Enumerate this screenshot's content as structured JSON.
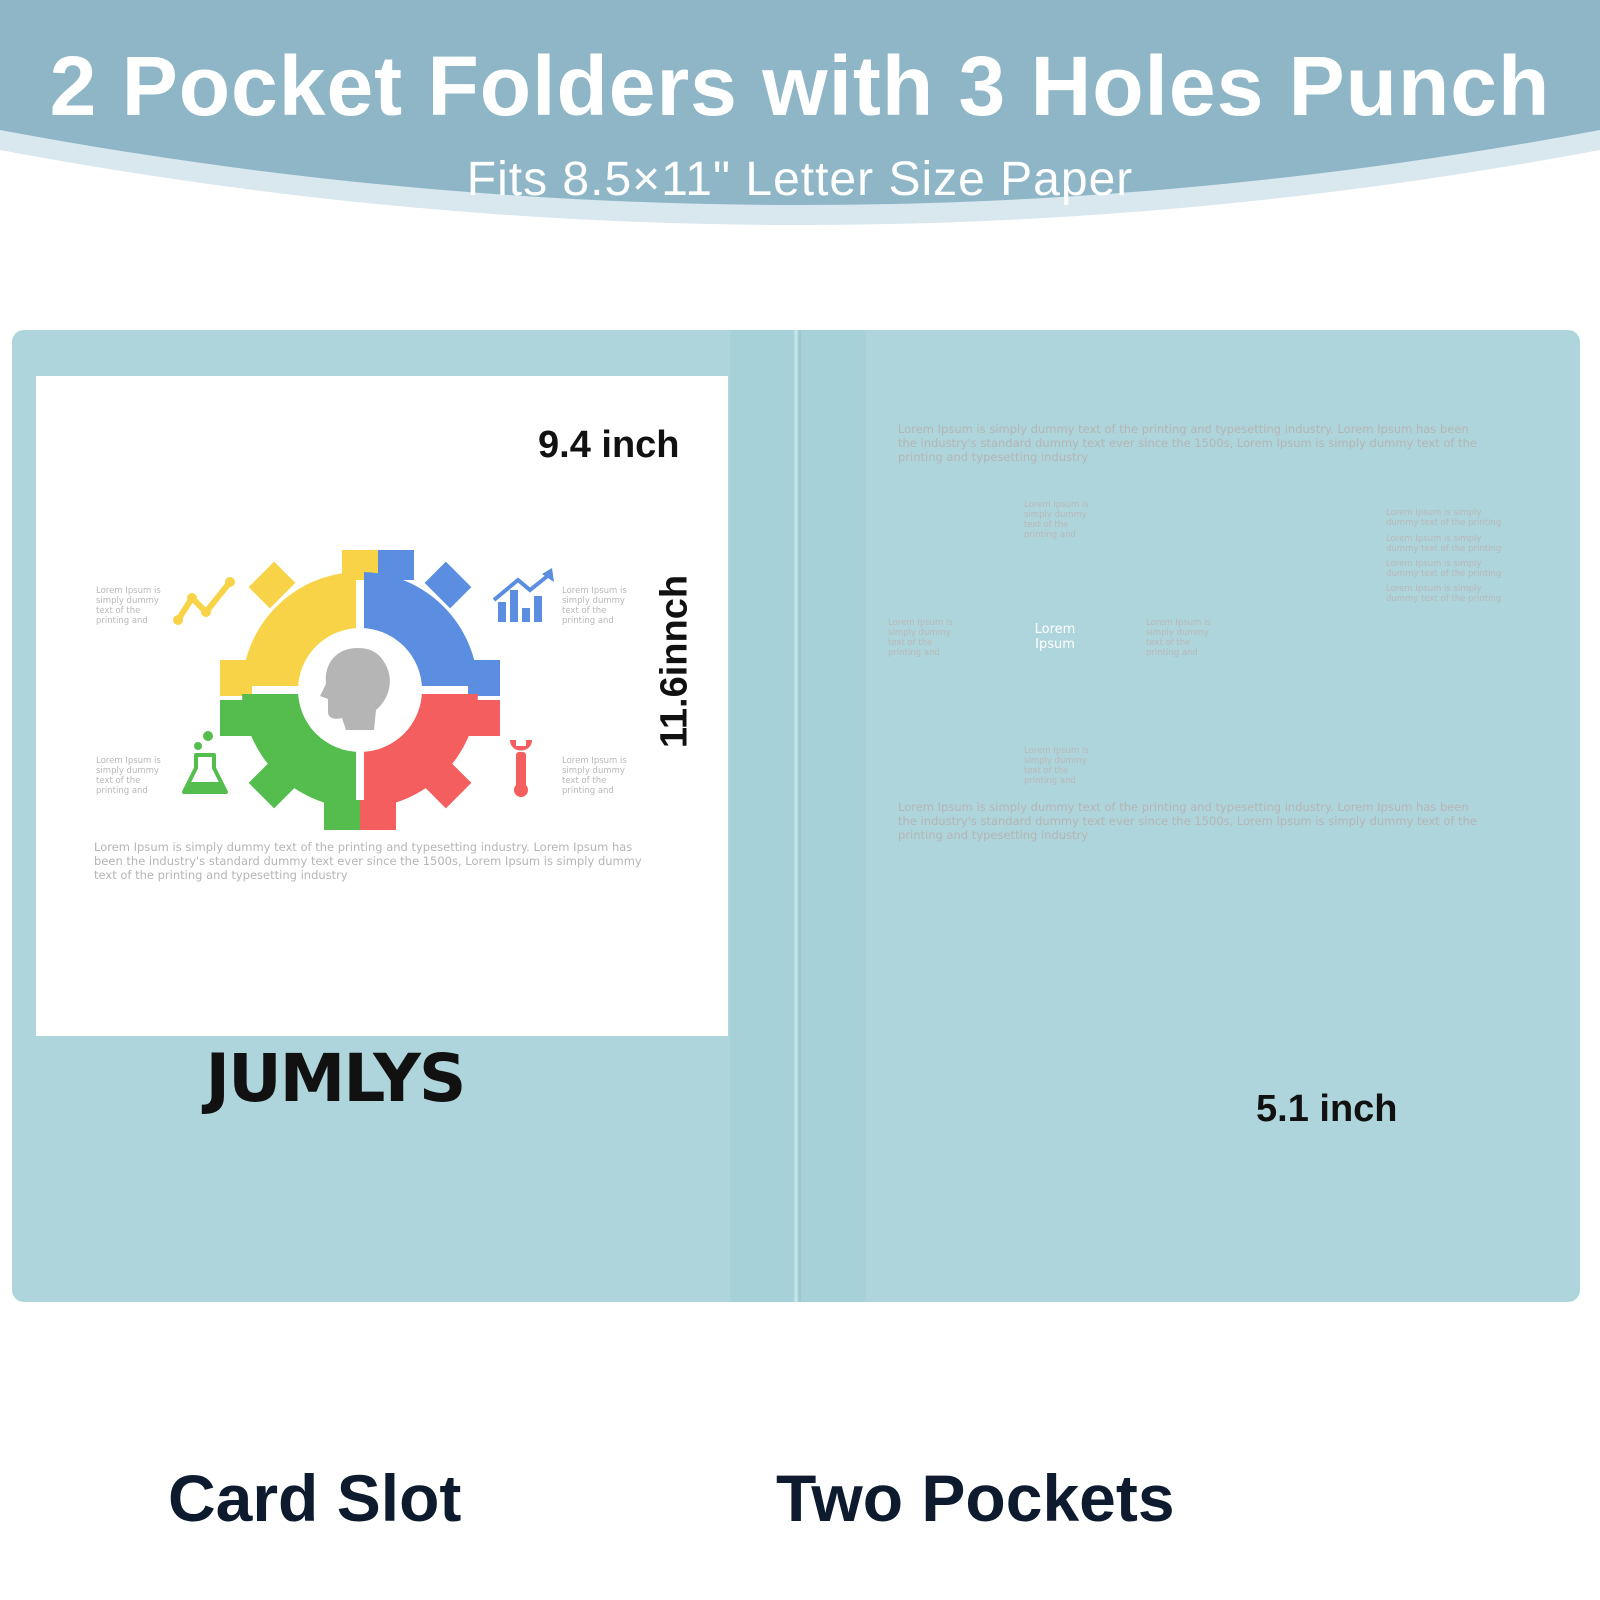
{
  "header": {
    "title": "2 Pocket Folders with 3 Holes Punch",
    "subtitle": "Fits 8.5×11\" Letter Size Paper"
  },
  "dimensions": {
    "width": "9.4 inch",
    "height": "11.6innch",
    "pocket_height": "5.1 inch"
  },
  "brand": {
    "name": "JUMLYS"
  },
  "callouts": {
    "card_slot": "Card Slot",
    "two_pockets": "Two Pockets"
  },
  "left_sheet": {
    "label_a": "Lorem Ipsum is simply dummy text of the printing and",
    "label_b": "Lorem Ipsum is simply dummy text of the printing and",
    "label_c": "Lorem Ipsum is simply dummy text of the printing and",
    "label_d": "Lorem Ipsum is simply dummy text of the printing and",
    "paragraph": "Lorem Ipsum is simply dummy text of the printing and typesetting industry. Lorem Ipsum has been the industry's standard dummy text ever since the 1500s, Lorem Ipsum is simply dummy text of the printing and typesetting industry"
  },
  "right_sheet": {
    "paragraph_top": "Lorem Ipsum is simply dummy text of the printing and typesetting industry. Lorem Ipsum has been the industry's standard dummy text ever since the 1500s, Lorem Ipsum is simply dummy text of the printing and typesetting industry",
    "diamond_label_top": "Lorem Ipsum is simply dummy text of the printing and",
    "diamond_label_left": "Lorem Ipsum is simply dummy text of the printing and",
    "diamond_label_right": "Lorem Ipsum is simply dummy text of the printing and",
    "diamond_label_bottom": "Lorem Ipsum is simply dummy text of the printing and",
    "diamond_center": "Lorem Ipsum",
    "currency_symbol": "$",
    "legend": [
      "Lorem Ipsum is simply dummy text of the printing",
      "Lorem Ipsum is simply dummy text of the printing",
      "Lorem Ipsum is simply dummy text of the printing",
      "Lorem Ipsum is simply dummy text of the printing"
    ],
    "paragraph_bottom": "Lorem Ipsum is simply dummy text of the printing and typesetting industry. Lorem Ipsum has been the industry's standard dummy text ever since the 1500s, Lorem Ipsum is simply dummy text of the printing and typesetting industry"
  },
  "colors": {
    "banner": "#8fb6c7",
    "folder": "#aed5dc",
    "blue": "#5b8ee0",
    "yellow": "#f8d347",
    "green": "#55bd4d",
    "red": "#f45e5e",
    "orange": "#f79236",
    "gray": "#9e9e9e",
    "callout_text": "#0e1b2e"
  }
}
